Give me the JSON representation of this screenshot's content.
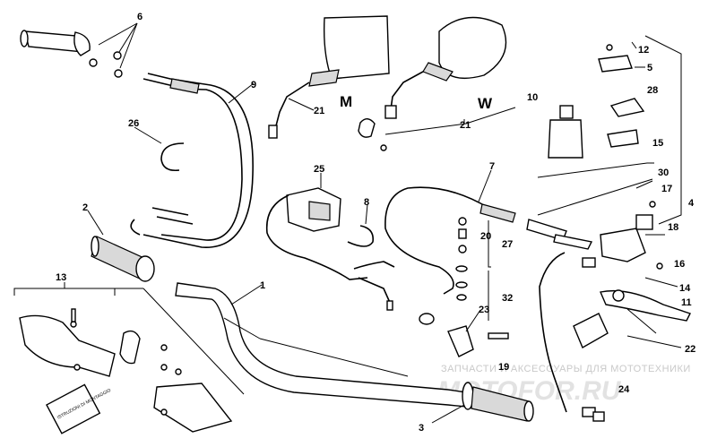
{
  "diagram": {
    "labels": {
      "p1": "1",
      "p2": "2",
      "p3": "3",
      "p4": "4",
      "p5": "5",
      "p6": "6",
      "p7": "7",
      "p8": "8",
      "p9": "9",
      "p10": "10",
      "p11": "11",
      "p12": "12",
      "p13": "13",
      "p14": "14",
      "p15": "15",
      "p16": "16",
      "p17": "17",
      "p18": "18",
      "p19": "19",
      "p20": "20",
      "p21a": "21",
      "p21b": "21",
      "p22": "22",
      "p23": "23",
      "p24": "24",
      "p25": "25",
      "p26": "26",
      "p27": "27",
      "p28": "28",
      "p30": "30",
      "p32": "32",
      "mirror_m": "M",
      "mirror_w": "W"
    },
    "booklet_text": "ISTRUZIONI DI MONTAGGIO"
  },
  "watermark": {
    "caption": "ЗАПЧАСТИ И АКСЕССУАРЫ ДЛЯ МОТОТЕХНИКИ",
    "logo": "MOTOFOR.RU"
  }
}
